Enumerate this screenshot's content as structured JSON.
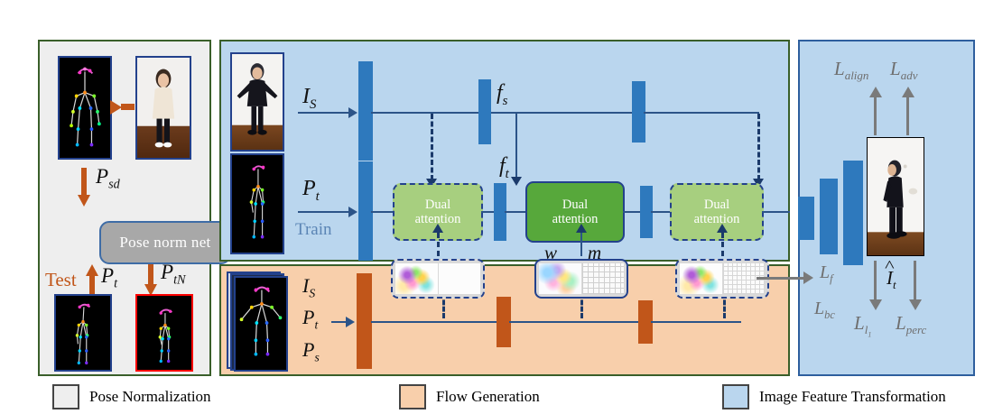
{
  "figure": {
    "title": "Pose-guided person image generation pipeline"
  },
  "modules": {
    "pose_norm": {
      "block_label": "Pose norm net",
      "labels": {
        "p_sd": "P",
        "p_sd_sub": "sd",
        "test": "Test",
        "p_t": "P",
        "p_t_sub": "t",
        "p_tn": "P",
        "p_tn_sub": "tN"
      },
      "images": [
        {
          "name": "source-pose-skeleton",
          "kind": "pose"
        },
        {
          "name": "source-person-photo",
          "kind": "photo"
        },
        {
          "name": "target-pose-skeleton",
          "kind": "pose"
        },
        {
          "name": "normalized-target-pose-skeleton",
          "kind": "pose"
        }
      ]
    },
    "image_feature": {
      "labels": {
        "i_s": "I",
        "i_s_sub": "S",
        "p_t": "P",
        "p_t_sub": "t",
        "train": "Train",
        "f_s": "f",
        "f_s_sub": "s",
        "f_t": "f",
        "f_t_sub": "t",
        "w": "w",
        "m": "m"
      },
      "blocks": [
        {
          "line1": "Dual",
          "line2": "attention",
          "style": "light"
        },
        {
          "line1": "Dual",
          "line2": "attention",
          "style": "dark"
        },
        {
          "line1": "Dual",
          "line2": "attention",
          "style": "light"
        }
      ]
    },
    "flow_generation": {
      "labels": {
        "i_s": "I",
        "i_s_sub": "S",
        "p_t": "P",
        "p_t_sub": "t",
        "p_s": "P",
        "p_s_sub": "s"
      }
    },
    "output": {
      "labels": {
        "l_align": "L",
        "l_align_sub": "align",
        "l_adv": "L",
        "l_adv_sub": "adv",
        "l_f": "L",
        "l_f_sub": "f",
        "l_bc": "L",
        "l_bc_sub": "bc",
        "i_hat_t": "I",
        "i_hat_t_sub": "t",
        "l_l1": "L",
        "l_l1_sub": "l",
        "l_l1_sub2": "1",
        "l_perc": "L",
        "l_perc_sub": "perc"
      },
      "image": {
        "name": "generated-person-photo"
      }
    }
  },
  "legend": {
    "items": [
      {
        "label": "Pose Normalization",
        "color": "#eeeeee"
      },
      {
        "label": "Flow Generation",
        "color": "#f8cfab"
      },
      {
        "label": "Image Feature Transformation",
        "color": "#bad6ee"
      }
    ]
  },
  "colors": {
    "pose_panel": "#eeeeee",
    "flow_panel": "#f8cfab",
    "feature_panel": "#bad6ee",
    "bar_blue": "#2e79bd",
    "bar_orange": "#c1561a",
    "module_light": "#a7cf7f",
    "module_dark": "#57a83b",
    "panel_border_green": "#3a5f2a",
    "panel_border_blue": "#2e5f9e",
    "loss_gray": "#6f6f6f"
  }
}
